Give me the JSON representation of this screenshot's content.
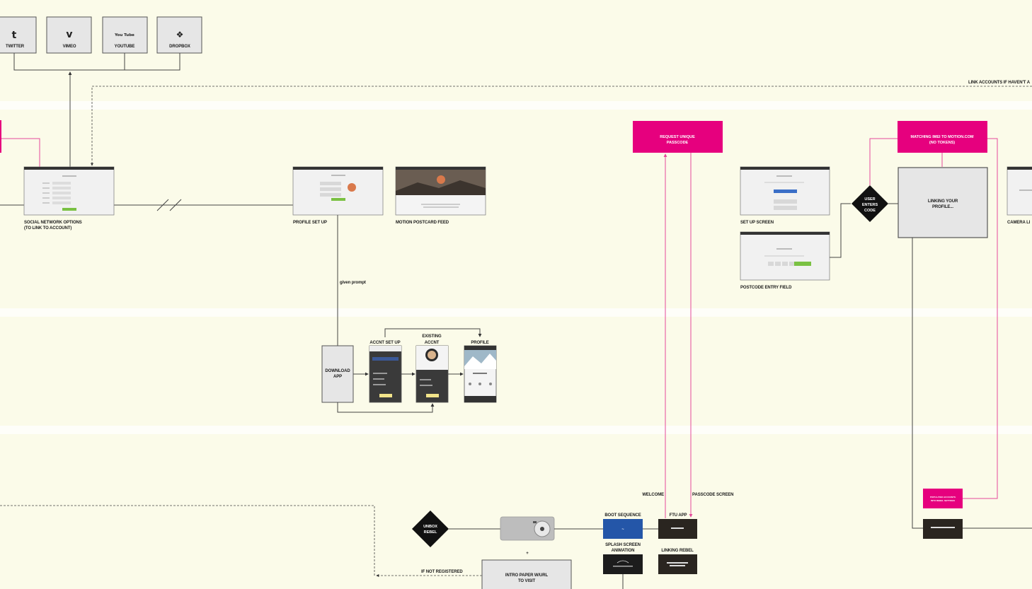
{
  "social_tiles": [
    {
      "label": "TWITTER",
      "icon": "twitter-icon",
      "glyph": "t"
    },
    {
      "label": "VIMEO",
      "icon": "vimeo-icon",
      "glyph": "v"
    },
    {
      "label": "YOUTUBE",
      "icon": "youtube-icon",
      "glyph": "You Tube"
    },
    {
      "label": "DROPBOX",
      "icon": "dropbox-icon",
      "glyph": "❖"
    }
  ],
  "notes": {
    "link_accounts": "LINK ACCOUNTS IF HAVEN'T A",
    "given_prompt": "given prompt",
    "welcome": "WELCOME",
    "passcode_screen": "PASSCODE SCREEN",
    "if_not_registered": "IF NOT REGISTERED"
  },
  "screens": {
    "social_options_l1": "SOCIAL NETWORK OPTIONS",
    "social_options_l2": "(TO LINK TO ACCOUNT)",
    "profile_setup": "PROFILE SET UP",
    "motion_feed": "MOTION POSTCARD FEED",
    "setup_screen": "SET UP SCREEN",
    "postcode_entry": "POSTCODE ENTRY FIELD",
    "camera": "CAMERA LI"
  },
  "process": {
    "request_l1": "REQUEST UNIQUE",
    "request_l2": "PASSCODE",
    "matching_l1": "MATCHING IMEI TO MOTION.COM",
    "matching_l2": "(NO TOKENS)",
    "linking_l1": "LINKING YOUR",
    "linking_l2": "PROFILE...",
    "populated_l1": "POPULATED ACCOUNTS",
    "populated_l2": "INTO REBEL SETTINGS",
    "download_l1": "DOWNLOAD",
    "download_l2": "APP",
    "intro_l1": "INTRO PAPER W/URL",
    "intro_l2": "TO VISIT"
  },
  "decisions": {
    "user_enters_l1": "USER",
    "user_enters_l2": "ENTERS",
    "user_enters_l3": "CODE",
    "unbox_l1": "UNBOX",
    "unbox_l2": "REBEL"
  },
  "app_screens": {
    "account_setup": "ACCNT SET UP",
    "existing_l1": "EXISTING",
    "existing_l2": "ACCNT",
    "profile": "PROFILE"
  },
  "device_flow": {
    "boot_sequence": "BOOT SEQUENCE",
    "splash_l1": "SPLASH SCREEN",
    "splash_l2": "ANIMATION",
    "ftu_app": "FTU APP",
    "linking_rebel": "LINKING REBEL",
    "plus": "+"
  },
  "colors": {
    "background": "#fbfbe9",
    "band": "#f6f6e3",
    "magenta": "#e6007e",
    "line": "#444444",
    "pink_line": "#e44a9a"
  }
}
